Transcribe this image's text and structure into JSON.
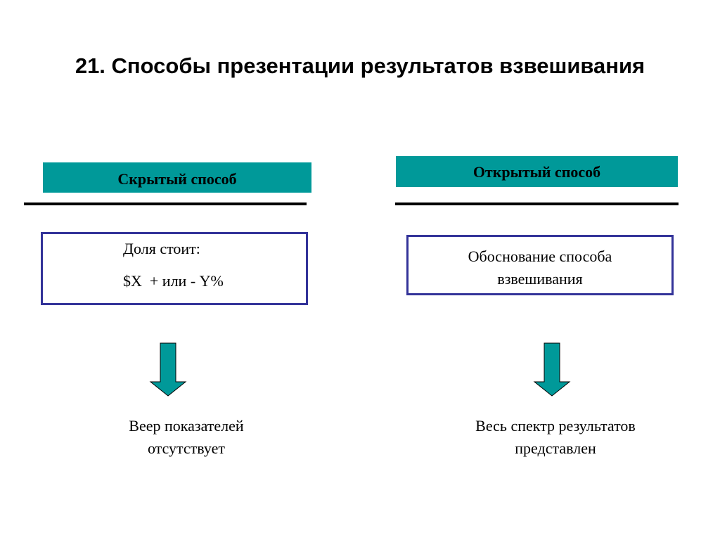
{
  "slide": {
    "title": "21. Способы презентации результатов взвешивания"
  },
  "left": {
    "header": "Скрытый способ",
    "box_line1": "Доля стоит:",
    "box_line2": "$X  + или - Y%",
    "caption_line1": "Веер показателей",
    "caption_line2": "отсутствует"
  },
  "right": {
    "header": "Открытый способ",
    "box_line1": "Обоснование способа",
    "box_line2": "взвешивания",
    "caption_line1": "Весь спектр результатов",
    "caption_line2": "представлен"
  },
  "colors": {
    "header_fill": "#009999",
    "box_border": "#333399",
    "arrow_fill": "#009999"
  },
  "icons": {
    "arrow": "down-arrow-icon"
  }
}
